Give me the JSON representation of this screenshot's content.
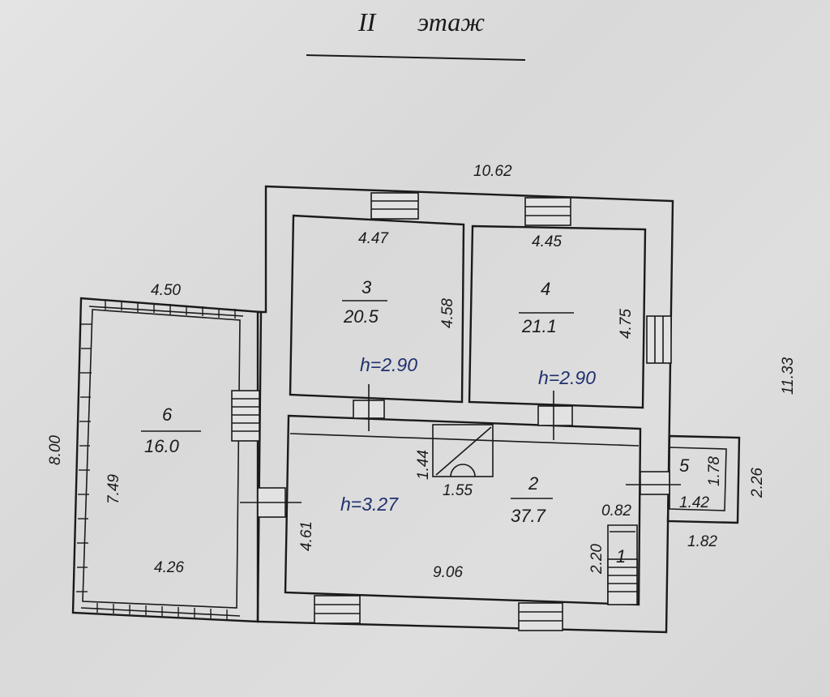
{
  "title": {
    "roman": "II",
    "word": "этаж"
  },
  "rooms": [
    {
      "number": "1",
      "area": ""
    },
    {
      "number": "2",
      "area": "37.7"
    },
    {
      "number": "3",
      "area": "20.5"
    },
    {
      "number": "4",
      "area": "21.1"
    },
    {
      "number": "5",
      "area": ""
    },
    {
      "number": "6",
      "area": "16.0"
    }
  ],
  "heights": [
    "h=2.90",
    "h=2.90",
    "h=3.27"
  ],
  "dimensions": {
    "overall_width": "10.62",
    "overall_depth": "11.33",
    "room3_width": "4.47",
    "room3_depth": "4.58",
    "room4_width": "4.45",
    "room4_depth": "4.75",
    "room6_outer_width": "4.50",
    "room6_outer_depth": "8.00",
    "room6_inner_depth": "7.49",
    "room6_inner_width": "4.26",
    "room2_width": "9.06",
    "room2_depth": "4.61",
    "stair_width": "1.55",
    "stair_depth": "1.44",
    "room1_depth": "2.20",
    "room1_width": "0.82",
    "room5_depth": "1.78",
    "room5_width": "1.42",
    "porch_width": "1.82",
    "porch_depth": "2.26"
  }
}
